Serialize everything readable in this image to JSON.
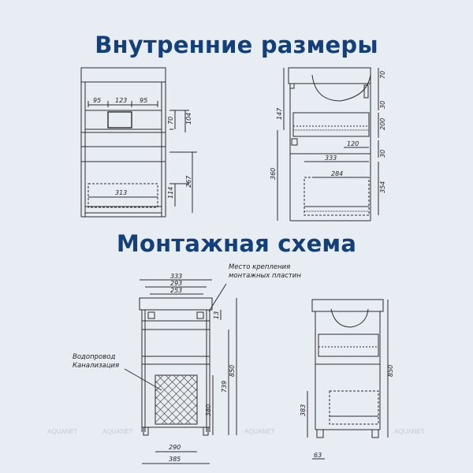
{
  "headings": {
    "internal": "Внутренние размеры",
    "mounting": "Монтажная схема"
  },
  "dims_internal_front": {
    "w95a": "95",
    "w123": "123",
    "w95b": "95",
    "h70": "70",
    "h104": "104",
    "w313": "313",
    "h114": "114",
    "h267": "267"
  },
  "dims_internal_side": {
    "h70": "70",
    "h30a": "30",
    "h200": "200",
    "h147": "147",
    "w120": "120",
    "h30b": "30",
    "w333": "333",
    "w284": "284",
    "h360": "360",
    "h354": "354"
  },
  "dims_mount_front": {
    "w333": "333",
    "w293": "293",
    "w253": "253",
    "h13": "13",
    "h850": "850",
    "h739": "739",
    "h380": "380",
    "w290": "290",
    "w385": "385"
  },
  "dims_mount_side": {
    "h850": "850",
    "h383": "383",
    "w63": "63"
  },
  "notes": {
    "plates_line1": "Место крепления",
    "plates_line2": "монтажных пластин",
    "water": "Водопровод",
    "sewer": "Канализация"
  },
  "watermark": "AQUANET",
  "colors": {
    "heading": "#13407a",
    "background": "#e8edf4",
    "line": "#2b2b2b"
  }
}
